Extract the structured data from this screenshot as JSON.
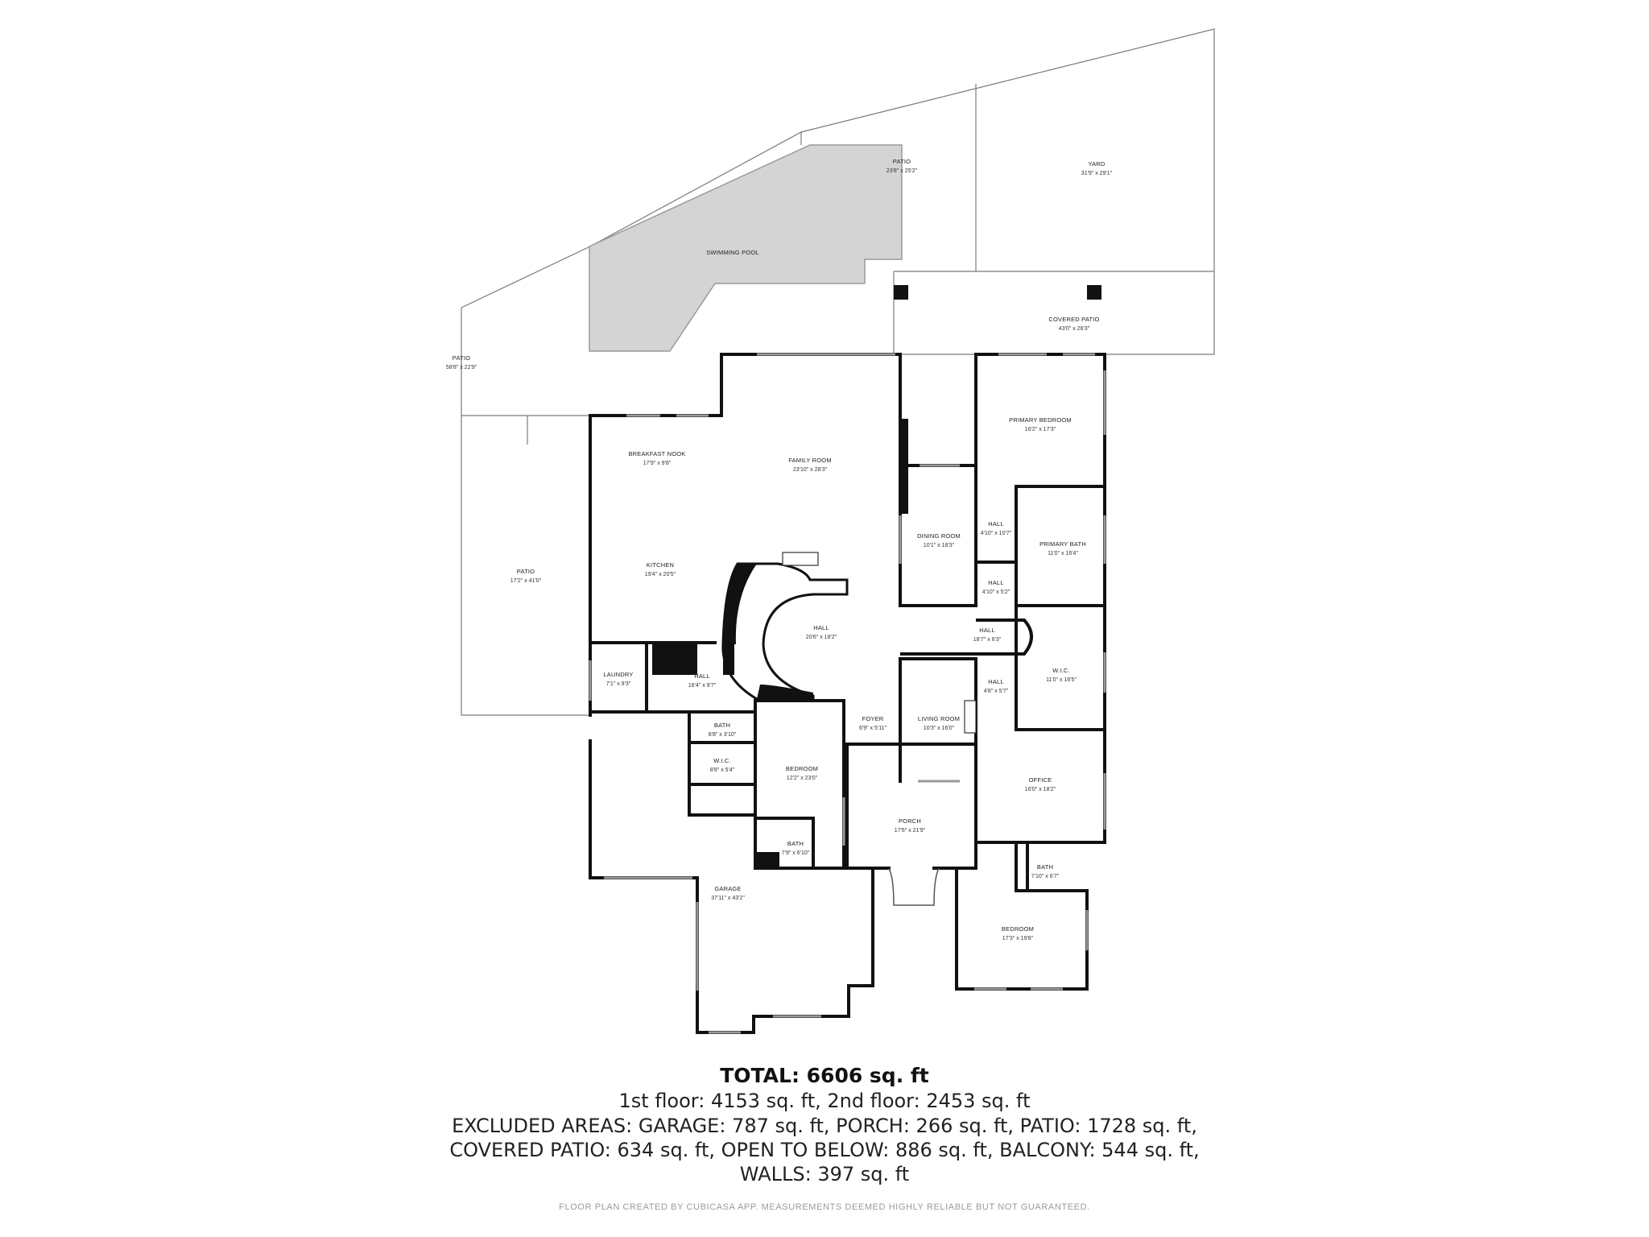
{
  "rooms": [
    {
      "id": "patio-large",
      "name": "PATIO",
      "dim": "58'8\" x 22'9\""
    },
    {
      "id": "swimming-pool",
      "name": "SWIMMING POOL",
      "dim": ""
    },
    {
      "id": "patio-top",
      "name": "PATIO",
      "dim": "23'8\" x 25'2\""
    },
    {
      "id": "yard",
      "name": "YARD",
      "dim": "31'9\" x 29'1\""
    },
    {
      "id": "covered-patio",
      "name": "COVERED PATIO",
      "dim": "43'0\" x 26'3\""
    },
    {
      "id": "breakfast-nook",
      "name": "BREAKFAST NOOK",
      "dim": "17'9\" x 9'8\""
    },
    {
      "id": "family-room",
      "name": "FAMILY ROOM",
      "dim": "23'10\" x 28'3\""
    },
    {
      "id": "primary-bedroom",
      "name": "PRIMARY BEDROOM",
      "dim": "16'2\" x 17'3\""
    },
    {
      "id": "dining-room",
      "name": "DINING ROOM",
      "dim": "10'1\" x 18'3\""
    },
    {
      "id": "hall-a",
      "name": "HALL",
      "dim": "4'10\" x 10'7\""
    },
    {
      "id": "primary-bath",
      "name": "PRIMARY BATH",
      "dim": "11'0\" x 16'4\""
    },
    {
      "id": "patio-side",
      "name": "PATIO",
      "dim": "17'2\" x 41'0\""
    },
    {
      "id": "kitchen",
      "name": "KITCHEN",
      "dim": "19'4\" x 20'5\""
    },
    {
      "id": "hall-b",
      "name": "HALL",
      "dim": "4'10\" x 5'2\""
    },
    {
      "id": "hall-main",
      "name": "HALL",
      "dim": "20'6\" x 18'2\""
    },
    {
      "id": "hall-c",
      "name": "HALL",
      "dim": "18'7\" x 6'3\""
    },
    {
      "id": "wic-a",
      "name": "W.I.C.",
      "dim": "11'0\" x 16'5\""
    },
    {
      "id": "laundry",
      "name": "LAUNDRY",
      "dim": "7'1\" x 9'3\""
    },
    {
      "id": "hall-d",
      "name": "HALL",
      "dim": "16'4\" x 9'7\""
    },
    {
      "id": "hall-e",
      "name": "HALL",
      "dim": "4'8\" x 5'7\""
    },
    {
      "id": "foyer",
      "name": "FOYER",
      "dim": "6'9\" x 5'11\""
    },
    {
      "id": "living-room",
      "name": "LIVING ROOM",
      "dim": "10'3\" x 16'0\""
    },
    {
      "id": "bath-a",
      "name": "BATH",
      "dim": "8'8\" x 3'10\""
    },
    {
      "id": "wic-b",
      "name": "W.I.C.",
      "dim": "8'8\" x 5'4\""
    },
    {
      "id": "bedroom-a",
      "name": "BEDROOM",
      "dim": "12'2\" x 23'0\""
    },
    {
      "id": "office",
      "name": "OFFICE",
      "dim": "16'0\" x 18'2\""
    },
    {
      "id": "porch",
      "name": "PORCH",
      "dim": "17'6\" x 21'9\""
    },
    {
      "id": "bath-b",
      "name": "BATH",
      "dim": "7'9\" x 6'10\""
    },
    {
      "id": "bath-c",
      "name": "BATH",
      "dim": "7'10\" x 6'7\""
    },
    {
      "id": "garage",
      "name": "GARAGE",
      "dim": "37'11\" x 43'2\""
    },
    {
      "id": "bedroom-b",
      "name": "BEDROOM",
      "dim": "17'3\" x 19'8\""
    }
  ],
  "summary": {
    "total": "TOTAL: 6606 sq. ft",
    "line1": "1st floor: 4153 sq. ft, 2nd floor: 2453 sq. ft",
    "line2": "EXCLUDED AREAS: GARAGE: 787 sq. ft, PORCH: 266 sq. ft, PATIO: 1728 sq. ft,",
    "line3": "COVERED PATIO: 634 sq. ft, OPEN TO BELOW: 886 sq. ft, BALCONY: 544 sq. ft,",
    "line4": "WALLS: 397 sq. ft"
  },
  "credit": "FLOOR PLAN CREATED BY CUBICASA APP. MEASUREMENTS DEEMED HIGHLY RELIABLE BUT NOT GUARANTEED.",
  "colors": {
    "wall": "#111111",
    "thin_line": "#7a7a7a",
    "pool": "#d4d4d4"
  }
}
